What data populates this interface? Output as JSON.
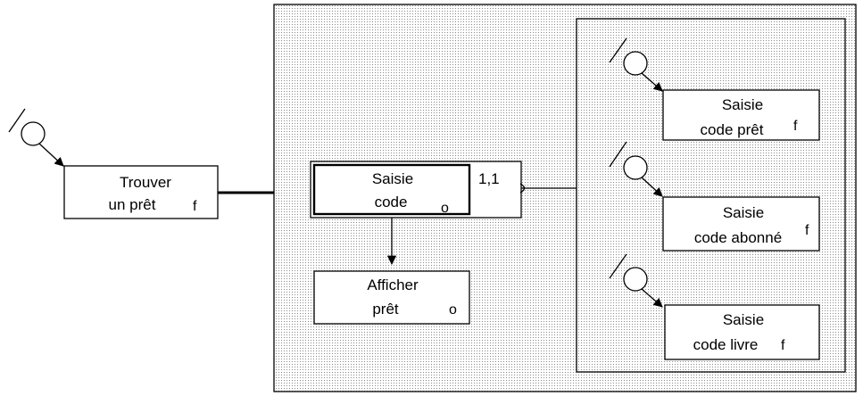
{
  "left_function": {
    "line1": "Trouver",
    "line2": "un prêt",
    "flag": "f"
  },
  "input_code": {
    "line1": "Saisie",
    "line2": "code",
    "flag": "o",
    "cardinality": "1,1"
  },
  "display_loan": {
    "line1": "Afficher",
    "line2": "prêt",
    "flag": "o"
  },
  "alternatives": [
    {
      "line1": "Saisie",
      "line2": "code prêt",
      "flag": "f"
    },
    {
      "line1": "Saisie",
      "line2": "code abonné",
      "flag": "f"
    },
    {
      "line1": "Saisie",
      "line2": "code livre",
      "flag": "f"
    }
  ]
}
